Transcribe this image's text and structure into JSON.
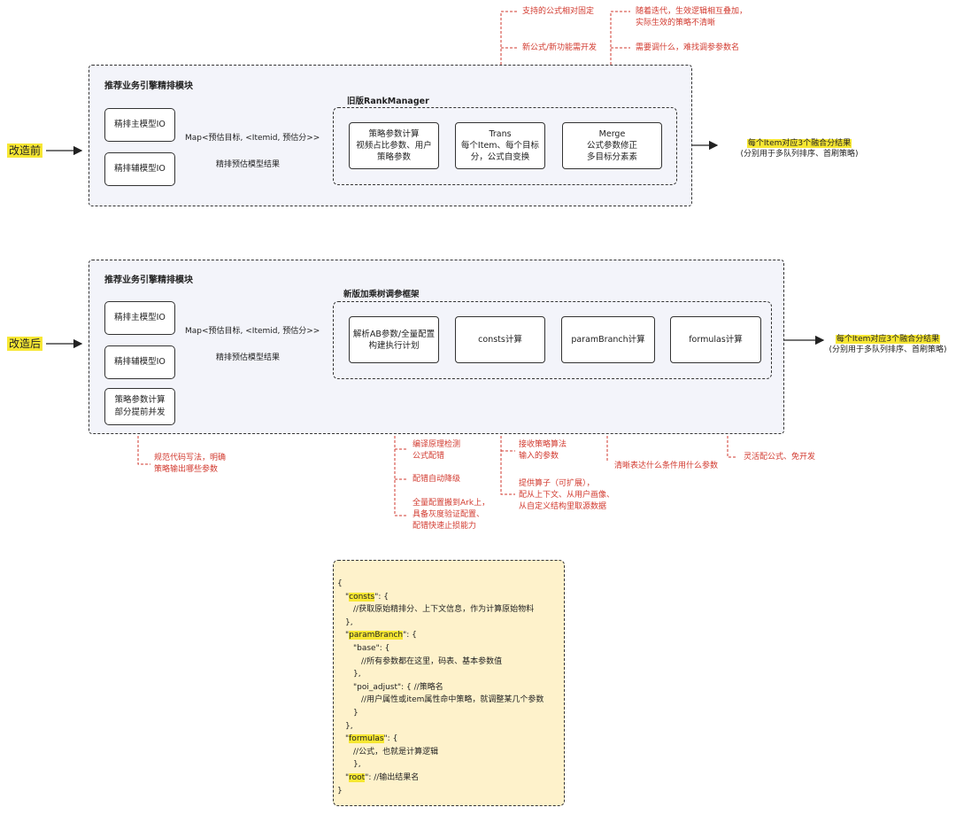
{
  "colors": {
    "accent": "#f7e733",
    "note": "#d23a2f",
    "panel": "#f3f4fa",
    "code_bg": "#fef2cb"
  },
  "before": {
    "side_label": "改造前",
    "panel_title": "推荐业务引擎精排模块",
    "io_boxes": [
      "精排主模型IO",
      "精排辅模型IO"
    ],
    "map_label": "Map<预估目标, <Itemid, 预估分>>",
    "map_sublabel": "精排预估模型结果",
    "inner_title": "旧版RankManager",
    "boxes": [
      "策略参数计算\n视频占比参数、用户\n策略参数",
      "Trans\n每个Item、每个目标\n分，公式自变换",
      "Merge\n公式参数修正\n多目标分素素"
    ],
    "result_line1": "每个Item对应3个融合分结果",
    "result_line2": "(分别用于多队列排序、首刷策略)",
    "notes": {
      "trans_top": "支持的公式相对固定",
      "trans_bottom": "新公式/新功能需开发",
      "merge_top": "随着迭代，生效逻辑相互叠加，\n实际生效的策略不清晰",
      "merge_bottom": "需要调什么，难找调参参数名"
    }
  },
  "after": {
    "side_label": "改造后",
    "panel_title": "推荐业务引擎精排模块",
    "io_boxes": [
      "精排主模型IO",
      "精排辅模型IO",
      "策略参数计算\n部分提前并发"
    ],
    "map_label": "Map<预估目标, <Itemid, 预估分>>",
    "map_sublabel": "精排预估模型结果",
    "inner_title": "新版加乘树调参框架",
    "boxes": [
      "解析AB参数/全量配置\n构建执行计划",
      "consts计算",
      "paramBranch计算",
      "formulas计算"
    ],
    "result_line1": "每个Item对应3个融合分结果",
    "result_line2": "(分别用于多队列排序、首刷策略)",
    "notes": {
      "io_note": "规范代码写法，明确\n策略输出哪些参数",
      "parse_1": "编译原理检测\n公式配错",
      "parse_2": "配错自动降级",
      "parse_3": "全量配置搬到Ark上，\n具备灰度验证配置、\n配错快速止损能力",
      "consts_1": "接收策略算法\n输入的参数",
      "consts_2": "提供算子（可扩展），\n配从上下文、从用户画像、\n从自定义结构里取源数据",
      "branch": "清晰表达什么条件用什么参数",
      "formulas": "灵活配公式、免开发"
    }
  },
  "json_lines": [
    {
      "indent": 0,
      "pre": "{",
      "key": "",
      "post": ""
    },
    {
      "indent": 1,
      "pre": "\"",
      "key": "consts",
      "post": "\": {"
    },
    {
      "indent": 2,
      "pre": "//获取原始精排分、上下文信息，作为计算原始物料",
      "key": "",
      "post": ""
    },
    {
      "indent": 1,
      "pre": "},",
      "key": "",
      "post": ""
    },
    {
      "indent": 1,
      "pre": "\"",
      "key": "paramBranch",
      "post": "\": {"
    },
    {
      "indent": 2,
      "pre": "\"base\": {",
      "key": "",
      "post": ""
    },
    {
      "indent": 3,
      "pre": "//所有参数都在这里，码表、基本参数值",
      "key": "",
      "post": ""
    },
    {
      "indent": 2,
      "pre": "},",
      "key": "",
      "post": ""
    },
    {
      "indent": 2,
      "pre": "\"poi_adjust\": { //策略名",
      "key": "",
      "post": ""
    },
    {
      "indent": 3,
      "pre": "//用户属性或item属性命中策略，就调整某几个参数",
      "key": "",
      "post": ""
    },
    {
      "indent": 2,
      "pre": "}",
      "key": "",
      "post": ""
    },
    {
      "indent": 1,
      "pre": "},",
      "key": "",
      "post": ""
    },
    {
      "indent": 1,
      "pre": "\"",
      "key": "formulas",
      "post": "\": {"
    },
    {
      "indent": 2,
      "pre": "//公式，也就是计算逻辑",
      "key": "",
      "post": ""
    },
    {
      "indent": 2,
      "pre": "},",
      "key": "",
      "post": ""
    },
    {
      "indent": 1,
      "pre": "\"",
      "key": "root",
      "post": "\": //输出结果名"
    },
    {
      "indent": 0,
      "pre": "}",
      "key": "",
      "post": ""
    }
  ]
}
